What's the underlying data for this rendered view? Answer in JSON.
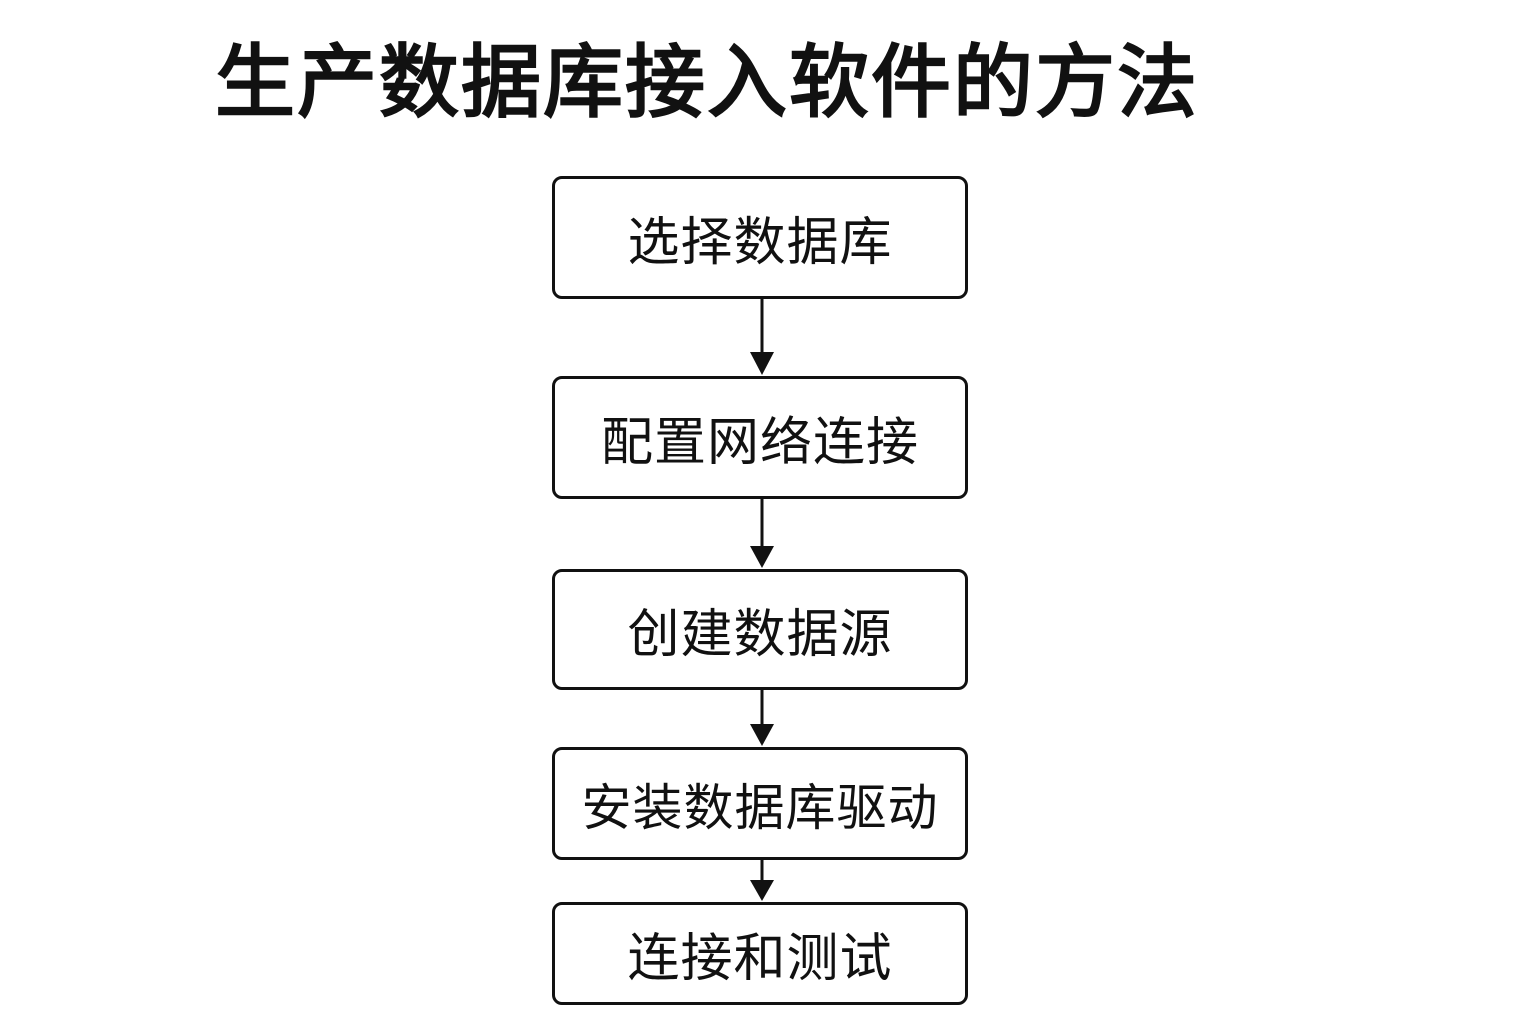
{
  "title": "生产数据库接入软件的方法",
  "steps": [
    {
      "label": "选择数据库"
    },
    {
      "label": "配置网络连接"
    },
    {
      "label": "创建数据源"
    },
    {
      "label": "安装数据库驱动"
    },
    {
      "label": "连接和测试"
    }
  ],
  "colors": {
    "stroke": "#111111",
    "background": "#ffffff",
    "text": "#111111"
  }
}
